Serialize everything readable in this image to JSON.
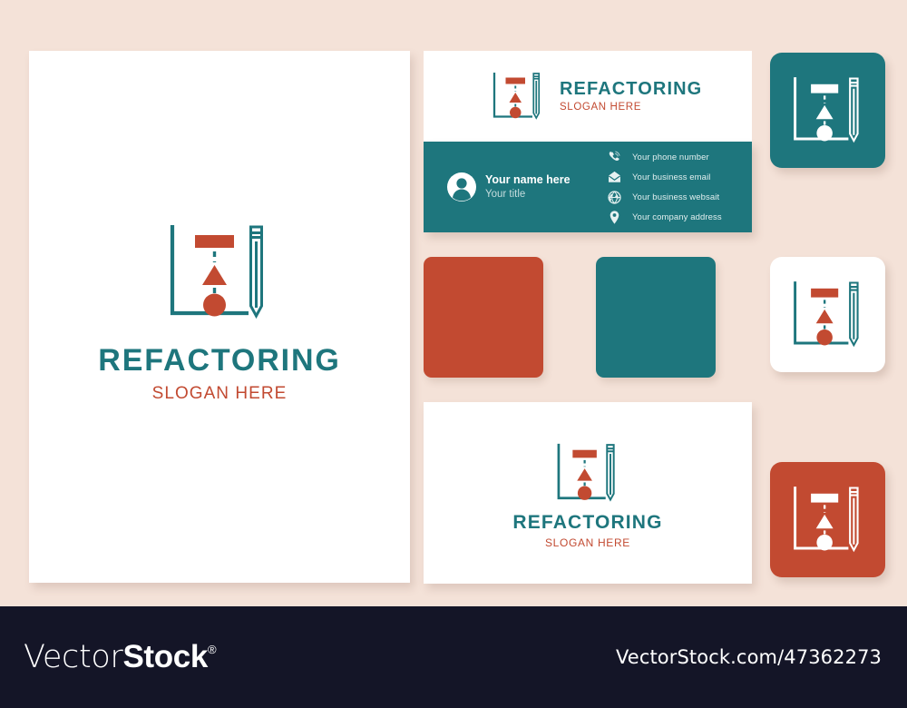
{
  "brand": {
    "name": "REFACTORING",
    "slogan": "SLOGAN HERE",
    "colors": {
      "teal": "#1e767d",
      "red": "#c24a31",
      "background": "#f4e2d8",
      "paper": "#ffffff",
      "footer": "#141527"
    }
  },
  "letterhead": {
    "name": "REFACTORING",
    "slogan": "SLOGAN HERE"
  },
  "business_card": {
    "front": {
      "name": "REFACTORING",
      "slogan": "SLOGAN HERE"
    },
    "back": {
      "person_name": "Your name here",
      "person_title": "Your title",
      "contacts": [
        {
          "icon": "phone-icon",
          "label": "Your phone number"
        },
        {
          "icon": "envelope-icon",
          "label": "Your business email"
        },
        {
          "icon": "globe-icon",
          "label": "Your business websait"
        },
        {
          "icon": "pin-icon",
          "label": "Your company address"
        }
      ]
    }
  },
  "swatches": [
    {
      "name": "primary-red",
      "hex": "#c24a31"
    },
    {
      "name": "primary-teal",
      "hex": "#1e767d"
    }
  ],
  "envelope": {
    "name": "REFACTORING",
    "slogan": "SLOGAN HERE"
  },
  "badges": [
    {
      "name": "teal-badge",
      "background": "#1e767d",
      "mark": "white"
    },
    {
      "name": "white-badge",
      "background": "#ffffff",
      "mark": "color"
    },
    {
      "name": "red-badge",
      "background": "#c24a31",
      "mark": "white"
    }
  ],
  "footer": {
    "logo_thin": "Vector",
    "logo_bold": "Stock",
    "logo_reg": "®",
    "url": "VectorStock.com/47362273"
  }
}
